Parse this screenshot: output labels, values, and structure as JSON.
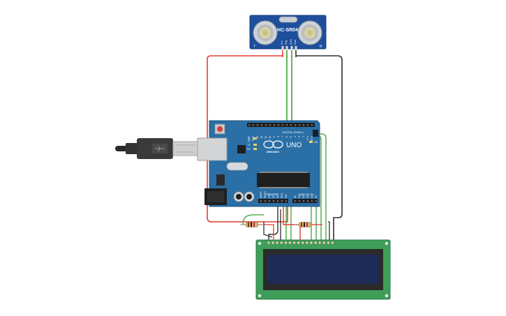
{
  "sensor": {
    "model": "HC-SR04",
    "pin_labels": [
      "Vcc",
      "Trig",
      "Echo",
      "Gnd"
    ],
    "corner_left": "T",
    "corner_right": "R"
  },
  "arduino": {
    "brand": "ARDUINO",
    "model": "UNO",
    "digital_label": "DIGITAL (PWM~)",
    "power_label": "POWER",
    "analog_label": "ANALOG IN",
    "top_pins": [
      "AREF",
      "GND",
      "13",
      "12",
      "~11",
      "~10",
      "~9",
      "8",
      "7",
      "~6",
      "~5",
      "4",
      "~3",
      "2",
      "TX 1",
      "RX 0"
    ],
    "power_pins": [
      "IOREF",
      "RESET",
      "3.3V",
      "5V",
      "GND",
      "GND",
      "VIN"
    ],
    "analog_pins": [
      "A0",
      "A1",
      "A2",
      "A3",
      "A4",
      "A5"
    ],
    "leds": [
      "L",
      "TX",
      "RX",
      "ON"
    ]
  },
  "colors": {
    "wire_red": "#e03c31",
    "wire_black": "#303030",
    "wire_green": "#3aa335",
    "board_blue": "#2a6fa6",
    "sensor_blue": "#1e4f9c",
    "lcd_green": "#3f9e59",
    "lcd_screen": "#1f2b57"
  }
}
